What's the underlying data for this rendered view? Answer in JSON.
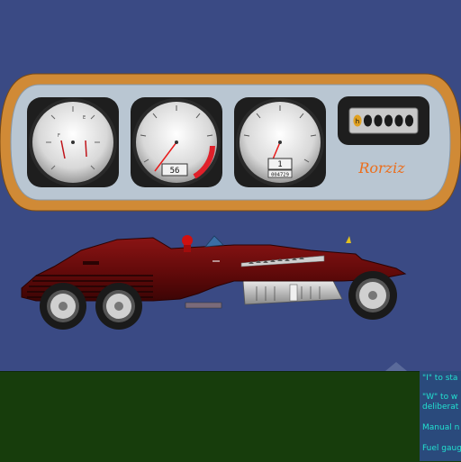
{
  "dashboard": {
    "gauges": [
      {
        "id": "fuel-gauge",
        "display": ""
      },
      {
        "id": "speedometer",
        "display": "56"
      },
      {
        "id": "tachometer",
        "display": "1",
        "odometer": "004729"
      }
    ],
    "gear_indicator": {
      "digits": [
        "h",
        "",
        "",
        "",
        "",
        ""
      ]
    },
    "brand": "Rorziz"
  },
  "help_text": [
    "\"I\" to sta",
    "\"W\" to w",
    "deliberat",
    "Manual n",
    "Fuel gaug"
  ],
  "colors": {
    "sky": "#3a4a84",
    "ground": "#173d0c",
    "panel_frame": "#d08a36",
    "panel_face": "#b9c6d2",
    "car_body": "#6d0b0b",
    "help_text": "#22e0d0",
    "brand_text": "#ec6d1a"
  }
}
